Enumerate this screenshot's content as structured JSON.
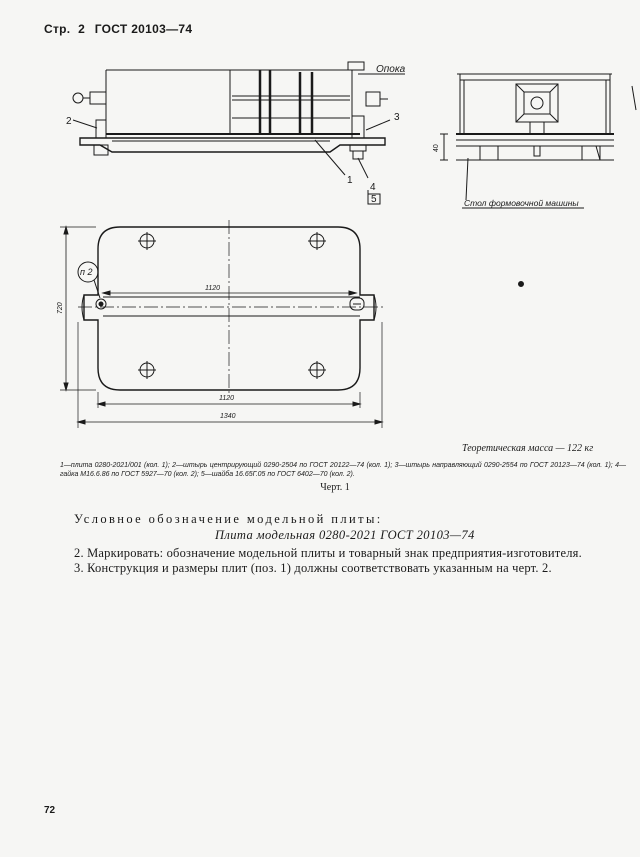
{
  "header": {
    "page_label": "Стр.",
    "page_number": "2",
    "standard": "ГОСТ 20103—74"
  },
  "drawing": {
    "labels": {
      "opoka": "Опока",
      "table": "Стол формовочной машины",
      "pos1": "1",
      "pos2": "2",
      "pos3": "3",
      "pos4": "4",
      "pos5": "5",
      "detail_view": "п 2"
    },
    "dimensions": {
      "inner_top": "1120",
      "inner_bottom": "1120",
      "overall": "1340",
      "height": "720",
      "side_height": "40"
    }
  },
  "mass_text": "Теоретическая масса — 122 кг",
  "caption": "1—плита 0280-2021/001 (кол. 1); 2—штырь центрирующий 0290-2504 по ГОСТ 20122—74 (кол. 1); 3—штырь направляющий 0290-2554 по ГОСТ 20123—74 (кол. 1); 4—гайка М16.6.86 по ГОСТ 5927—70 (кол. 2); 5—шайба 16.65Г.05 по ГОСТ 6402—70 (кол. 2).",
  "figure_label": "Черт. 1",
  "designation": {
    "title": "Условное обозначение модельной плиты:",
    "value": "Плита модельная 0280-2021 ГОСТ 20103—74"
  },
  "items": [
    "2. Маркировать: обозначение модельной плиты и товарный знак предприятия-изготовителя.",
    "3. Конструкция и размеры плит (поз. 1) должны соответствовать указанным на черт. 2."
  ],
  "footer": {
    "page_number": "72"
  }
}
